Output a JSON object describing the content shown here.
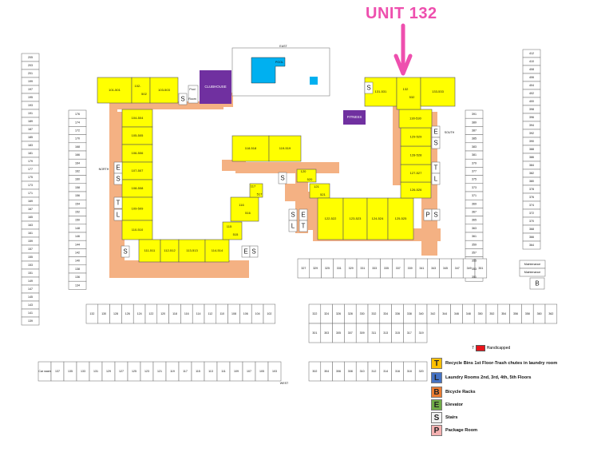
{
  "title": "UNIT 132",
  "labels": {
    "east": "EAST",
    "west": "WEST",
    "north": "NORTH",
    "south": "SOUTH",
    "pool": "POOL",
    "clubhouse": "CLUBHOUSE",
    "fitness": "FITNESS",
    "pool_room": "Pool Room",
    "handicapped": "Handicapped",
    "handicapped_num": "7"
  },
  "colors": {
    "unit": "#ffff00",
    "walkway": "#f4b183",
    "purple": "#7030a0",
    "pool": "#00b0f0",
    "handicapped": "#e8141b",
    "arrow": "#ee4fae",
    "trash": "#ffc000",
    "laundry": "#4472c4",
    "bike": "#ed7d31",
    "elevator": "#70ad47",
    "stairs": "#f2f2f2",
    "package": "#f4b1b1"
  },
  "legend": [
    {
      "letter": "T",
      "text": "Recycle Bins 1st Floor-Trash chutes in laundry room",
      "color": "#ffc000"
    },
    {
      "letter": "L",
      "text": "Laundry Rooms 2nd, 3rd, 4th, 5th Floors",
      "color": "#4472c4"
    },
    {
      "letter": "B",
      "text": "Bicycle Racks",
      "color": "#ed7d31"
    },
    {
      "letter": "E",
      "text": "Elevator",
      "color": "#70ad47"
    },
    {
      "letter": "S",
      "text": "Stairs",
      "color": "#f2f2f2"
    },
    {
      "letter": "P",
      "text": "Package Room",
      "color": "#f4b1b1"
    }
  ],
  "units": [
    {
      "label": "101-501"
    },
    {
      "label": "102-"
    },
    {
      "label": "502"
    },
    {
      "label": "103-503"
    },
    {
      "label": "104-504"
    },
    {
      "label": "105-505"
    },
    {
      "label": "106-506"
    },
    {
      "label": "107-507"
    },
    {
      "label": "108-508"
    },
    {
      "label": "109-509"
    },
    {
      "label": "110-510"
    },
    {
      "label": "111-511"
    },
    {
      "label": "112-512"
    },
    {
      "label": "113-513"
    },
    {
      "label": "114-514"
    },
    {
      "label": "115"
    },
    {
      "label": "515"
    },
    {
      "label": "116"
    },
    {
      "label": "516"
    },
    {
      "label": "117"
    },
    {
      "label": "517"
    },
    {
      "label": "118-518"
    },
    {
      "label": "119-519"
    },
    {
      "label": "120"
    },
    {
      "label": "520"
    },
    {
      "label": "121"
    },
    {
      "label": "521"
    },
    {
      "label": "122-522"
    },
    {
      "label": "123-523"
    },
    {
      "label": "124-524"
    },
    {
      "label": "125-525"
    },
    {
      "label": "126-526"
    },
    {
      "label": "127-527"
    },
    {
      "label": "128-528"
    },
    {
      "label": "129-529"
    },
    {
      "label": "130-530"
    },
    {
      "label": "131-531"
    },
    {
      "label": "132"
    },
    {
      "label": "532"
    },
    {
      "label": "133-533"
    }
  ],
  "spots": {
    "far_left_a": [
      "205",
      "203",
      "201",
      "199",
      "197",
      "195",
      "193",
      "191",
      "189",
      "187",
      "185",
      "183",
      "181",
      "179",
      "177",
      "175",
      "173",
      "171",
      "169",
      "167",
      "165",
      "163",
      "161",
      "159",
      "157",
      "155",
      "153",
      "151",
      "149",
      "147",
      "145",
      "143",
      "141",
      "139"
    ],
    "far_left_b": [
      "176",
      "174",
      "172",
      "170",
      "168",
      "166",
      "164",
      "162",
      "160",
      "158",
      "156",
      "154",
      "152",
      "150",
      "148",
      "146",
      "144",
      "142",
      "140",
      "138",
      "136",
      "134"
    ],
    "right_a": [
      "391",
      "389",
      "387",
      "385",
      "383",
      "381",
      "379",
      "377",
      "375",
      "373",
      "371",
      "369",
      "367",
      "365",
      "363",
      "361",
      "359",
      "357",
      "355",
      "353",
      "351"
    ],
    "right_b": [
      "412",
      "410",
      "408",
      "406",
      "404",
      "402",
      "400",
      "398",
      "396",
      "394",
      "392",
      "390",
      "388",
      "386",
      "384",
      "382",
      "380",
      "378",
      "376",
      "374",
      "372",
      "370",
      "368",
      "366",
      "364"
    ],
    "top_row_right": [
      "327",
      "329",
      "325",
      "331",
      "329",
      "331",
      "333",
      "335",
      "337",
      "339",
      "341",
      "343",
      "345",
      "347",
      "349",
      "351"
    ],
    "row_left_upper": [
      "132",
      "130",
      "128",
      "126",
      "124",
      "122",
      "120",
      "118",
      "116",
      "114",
      "112",
      "110",
      "108",
      "106",
      "104",
      "102"
    ],
    "row_right_upper": [
      "322",
      "324",
      "326",
      "328",
      "330",
      "332",
      "334",
      "336",
      "338",
      "340",
      "342",
      "344",
      "346",
      "348",
      "350",
      "352",
      "354",
      "356",
      "358",
      "360",
      "362"
    ],
    "row_right_mid": [
      "301",
      "303",
      "305",
      "307",
      "309",
      "311",
      "313",
      "315",
      "317",
      "319"
    ],
    "row_left_lower": [
      "Car wash",
      "137",
      "135",
      "133",
      "131",
      "129",
      "127",
      "125",
      "123",
      "121",
      "119",
      "117",
      "115",
      "113",
      "111",
      "109",
      "107",
      "105",
      "103"
    ],
    "row_right_lower": [
      "302",
      "304",
      "306",
      "308",
      "310",
      "312",
      "314",
      "316",
      "318",
      "320"
    ]
  },
  "maintenance": [
    "Maintenance",
    "Maintenance"
  ]
}
